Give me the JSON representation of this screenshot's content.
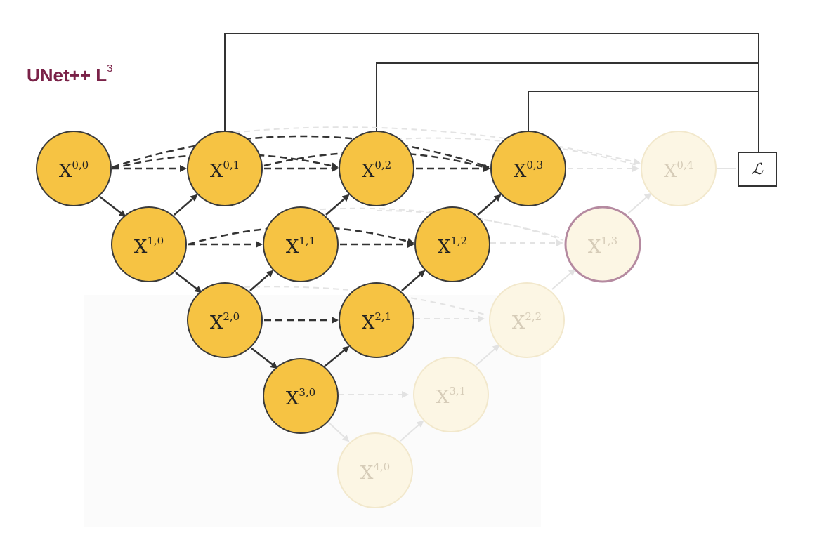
{
  "title": {
    "text": "UNet++ L",
    "superscript": "3"
  },
  "loss": {
    "symbol": "ℒ"
  },
  "colors": {
    "active_fill": "#F6C343",
    "active_stroke": "#3A3A3A",
    "faded_fill": "#FCF6E4",
    "faded_stroke": "#F2E8CC",
    "faded_text": "#D6CCB8",
    "highlight_stroke": "#B58AA0",
    "title": "#7A2248"
  },
  "nodes": [
    {
      "id": "x00",
      "base": "X",
      "sup": "0,0",
      "active": true
    },
    {
      "id": "x01",
      "base": "X",
      "sup": "0,1",
      "active": true
    },
    {
      "id": "x02",
      "base": "X",
      "sup": "0,2",
      "active": true
    },
    {
      "id": "x03",
      "base": "X",
      "sup": "0,3",
      "active": true
    },
    {
      "id": "x04",
      "base": "X",
      "sup": "0,4",
      "active": false
    },
    {
      "id": "x10",
      "base": "X",
      "sup": "1,0",
      "active": true
    },
    {
      "id": "x11",
      "base": "X",
      "sup": "1,1",
      "active": true
    },
    {
      "id": "x12",
      "base": "X",
      "sup": "1,2",
      "active": true
    },
    {
      "id": "x13",
      "base": "X",
      "sup": "1,3",
      "active": false
    },
    {
      "id": "x20",
      "base": "X",
      "sup": "2,0",
      "active": true
    },
    {
      "id": "x21",
      "base": "X",
      "sup": "2,1",
      "active": true
    },
    {
      "id": "x22",
      "base": "X",
      "sup": "2,2",
      "active": false
    },
    {
      "id": "x30",
      "base": "X",
      "sup": "3,0",
      "active": true
    },
    {
      "id": "x31",
      "base": "X",
      "sup": "3,1",
      "active": false
    },
    {
      "id": "x40",
      "base": "X",
      "sup": "4,0",
      "active": false
    }
  ]
}
